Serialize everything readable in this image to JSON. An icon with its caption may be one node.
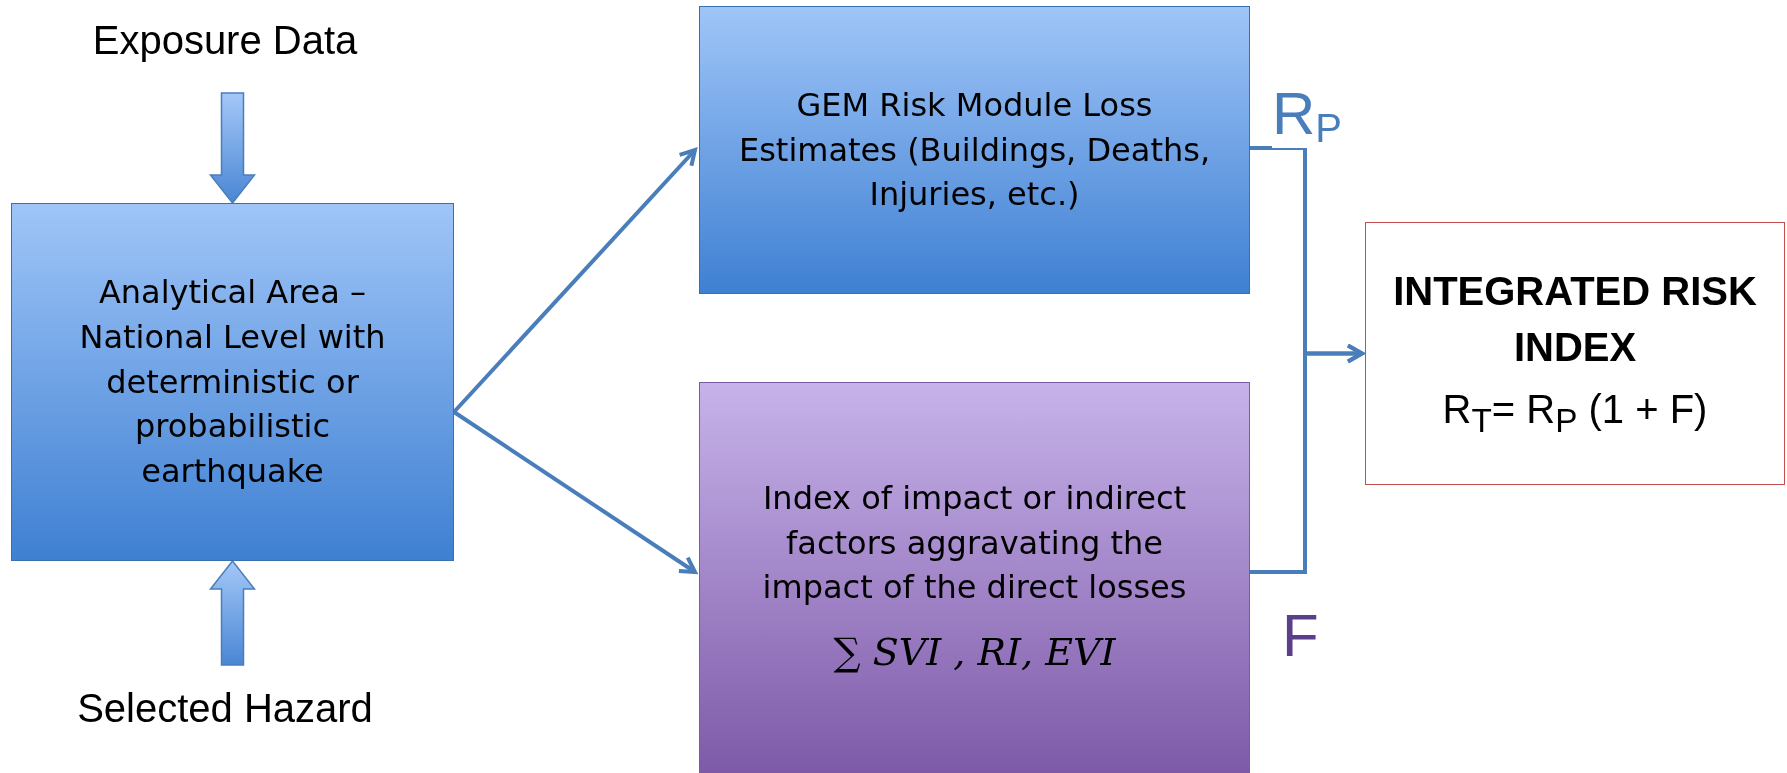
{
  "diagram": {
    "nodes": [
      {
        "text": [
          "Exposure Data"
        ]
      },
      {
        "text": [
          "Analytical Area – National Level with deterministic or probabilistic earthquake"
        ]
      },
      {
        "text": [
          "Selected Hazard"
        ]
      },
      {
        "text": [
          "GEM Risk Module Loss Estimates (Buildings, Deaths, Injuries, etc.)"
        ]
      },
      {
        "text": [
          "Index of impact or indirect factors aggravating the impact of the direct losses",
          "∑ SVI , RI, EVI"
        ]
      },
      {
        "text": [
          "INTEGRATED RISK INDEX",
          "R$_{T}$= R$_{P}$ (1 + F)"
        ]
      }
    ],
    "edges": [
      {
        "from": 0,
        "to": 1,
        "arrow": "to",
        "style": "thick"
      },
      {
        "from": 2,
        "to": 1,
        "arrow": "to",
        "style": "thick"
      },
      {
        "from": 1,
        "to": 3,
        "arrow": "to"
      },
      {
        "from": 1,
        "to": 4,
        "arrow": "to"
      },
      {
        "from": 3,
        "to": 5,
        "arrow": "to",
        "label": "R$_{P}$"
      },
      {
        "from": 4,
        "to": 5,
        "arrow": "to",
        "label": "F"
      }
    ]
  }
}
